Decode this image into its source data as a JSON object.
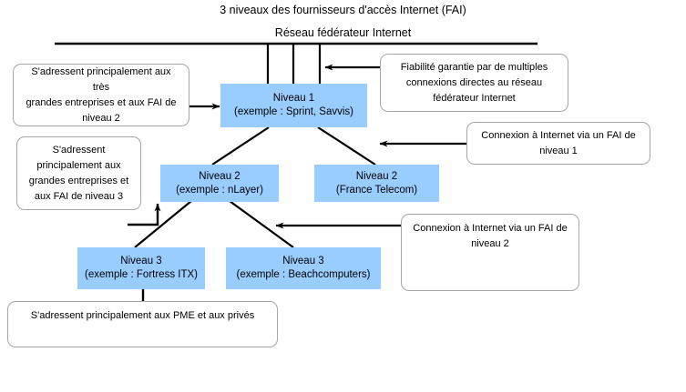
{
  "diagram": {
    "title": "3 niveaux des fournisseurs d'accès Internet (FAI)",
    "backbone_label": "Réseau fédérateur Internet",
    "accent_color": "#9acdff",
    "callout_border_color": "#a6a6a6",
    "line_color": "#000000"
  },
  "nodes": {
    "tier1": {
      "line1": "Niveau 1",
      "line2": "(exemple : Sprint, Savvis)"
    },
    "tier2_left": {
      "line1": "Niveau 2",
      "line2": "(exemple : nLayer)"
    },
    "tier2_right": {
      "line1": "Niveau 2",
      "line2": "(France Telecom)"
    },
    "tier3_left": {
      "line1": "Niveau 3",
      "line2": "(exemple : Fortress ITX)"
    },
    "tier3_right": {
      "line1": "Niveau 3",
      "line2": "(exemple : Beachcomputers)"
    }
  },
  "callouts": {
    "tier1_left": {
      "line1": "S'adressent principalement aux très",
      "line2": "grandes entreprises et aux FAI de",
      "line3": "niveau 2"
    },
    "backbone_right": {
      "line1": "Fiabilité garantie par de multiples",
      "line2": "connexions directes au réseau",
      "line3": "fédérateur Internet"
    },
    "tier1_right": {
      "line1": "Connexion à Internet via un FAI de",
      "line2": "niveau 1"
    },
    "tier2_left": {
      "line1": "S'adressent",
      "line2": "principalement aux",
      "line3": "grandes entreprises et",
      "line4": "aux FAI de niveau 3"
    },
    "tier2_right": {
      "line1": "Connexion à Internet via un FAI de",
      "line2": "niveau 2"
    },
    "tier3_bottom": {
      "line1": "S'adressent principalement aux PME et aux privés"
    }
  }
}
